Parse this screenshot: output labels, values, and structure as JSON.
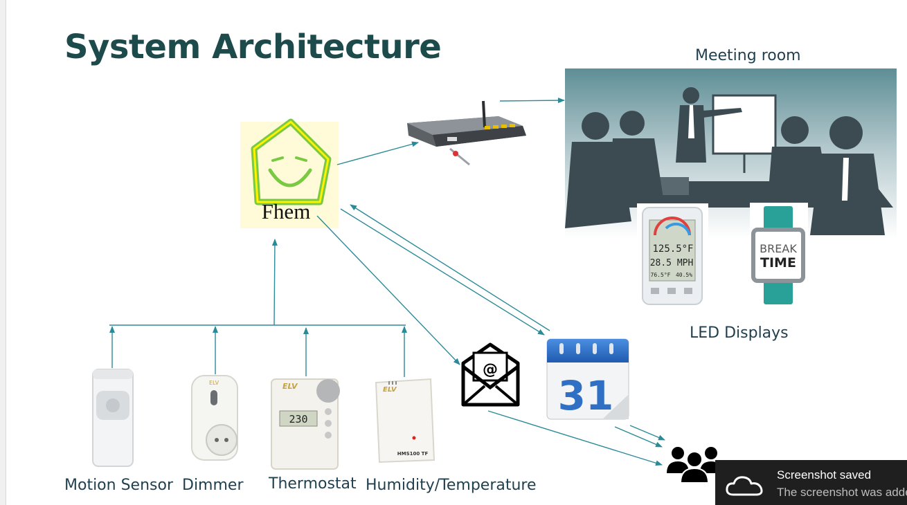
{
  "slide": {
    "title": "System Architecture",
    "hub_label": "Fhem",
    "meeting_room_label": "Meeting room",
    "led_displays_label": "LED Displays",
    "calendar_day": "31",
    "thermometer_readings": [
      "125.5°F",
      "28.5 MPH",
      "76.5°F",
      "40.5%"
    ],
    "break_time_text": [
      "BREAK",
      "TIME"
    ],
    "device_brand": "ELV",
    "hms_label": "HMS100 TF",
    "thermostat_display": "230",
    "devices": [
      {
        "label": "Motion Sensor"
      },
      {
        "label": "Dimmer"
      },
      {
        "label": "Thermostat"
      },
      {
        "label": "Humidity/Temperature"
      }
    ]
  },
  "toast": {
    "title": "Screenshot saved",
    "message": "The screenshot was added to your OneDrive"
  },
  "colors": {
    "title": "#1d4a4a",
    "arrow": "#2b8a98",
    "house_green": "#7ac943",
    "house_yellow": "#fff200",
    "calendar_blue": "#2f6fc4",
    "silhouette": "#3c4a52",
    "teal_watch": "#2aa198"
  }
}
